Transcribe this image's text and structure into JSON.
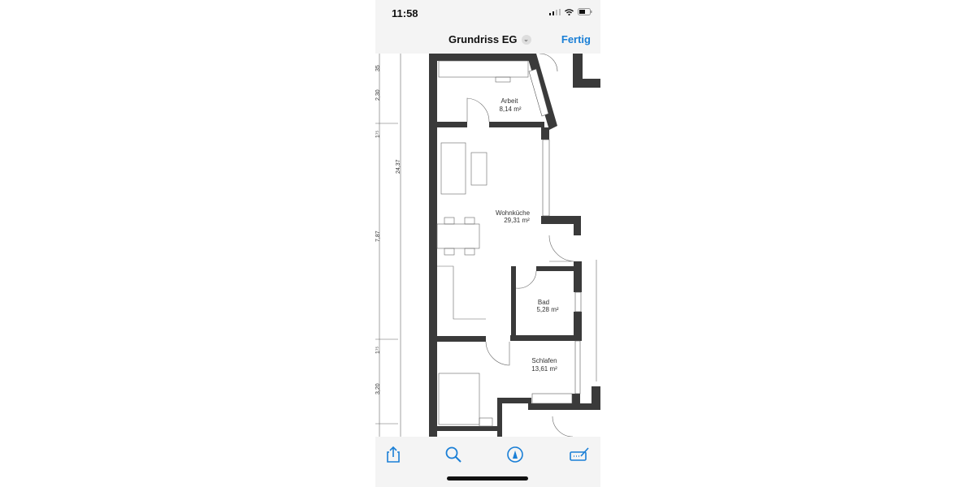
{
  "status": {
    "time": "11:58",
    "icons": [
      "signal-icon",
      "wifi-icon",
      "battery-icon"
    ]
  },
  "nav": {
    "title": "Grundriss EG",
    "done_label": "Fertig",
    "accent": "#1a7fd6"
  },
  "plan": {
    "rooms": [
      {
        "name": "Arbeit",
        "area": "8,14 m²"
      },
      {
        "name": "Wohnküche",
        "area": "29,31 m²"
      },
      {
        "name": "Bad",
        "area": "5,28 m²"
      },
      {
        "name": "Schlafen",
        "area": "13,61 m²"
      }
    ],
    "dimensions": [
      "35",
      "2,30",
      "1⁷⁵",
      "24,37",
      "7,87",
      "1⁷⁵",
      "3,20"
    ]
  },
  "toolbar": {
    "icons": [
      "share-icon",
      "search-icon",
      "markup-icon",
      "signature-icon"
    ]
  }
}
